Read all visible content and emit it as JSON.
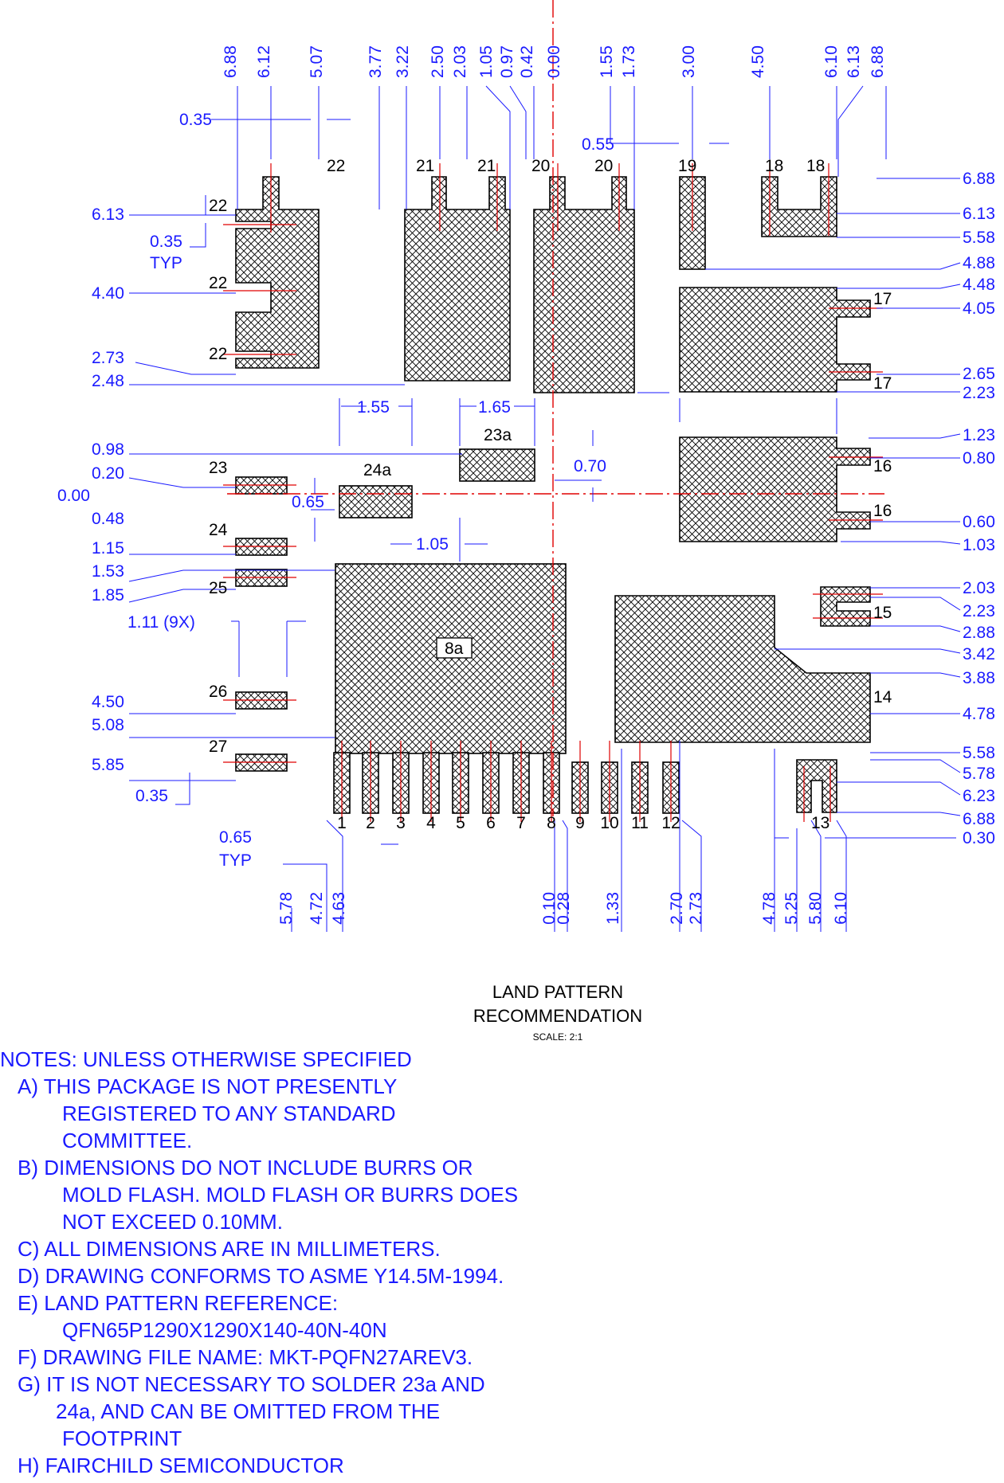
{
  "top_dims": [
    "6.88",
    "6.12",
    "5.07",
    "3.77",
    "3.22",
    "2.50",
    "2.03",
    "1.05",
    "0.97",
    "0.42",
    "0.00",
    "1.55",
    "1.73",
    "3.00",
    "4.50",
    "6.10",
    "6.13",
    "6.88"
  ],
  "bottom_dims": [
    "5.78",
    "4.72",
    "4.63",
    "0.10",
    "0.28",
    "1.33",
    "2.70",
    "2.73",
    "4.78",
    "5.25",
    "5.80",
    "6.10"
  ],
  "left_dims": [
    "6.13",
    "4.40",
    "2.73",
    "2.48",
    "0.98",
    "0.20",
    "0.00",
    "0.48",
    "1.15",
    "1.53",
    "1.85",
    "4.50",
    "5.08",
    "5.85"
  ],
  "right_dims": [
    "6.88",
    "6.13",
    "5.58",
    "4.88",
    "4.48",
    "4.05",
    "2.65",
    "2.23",
    "1.23",
    "0.80",
    "0.60",
    "1.03",
    "2.03",
    "2.23",
    "2.88",
    "3.42",
    "3.88",
    "4.78",
    "5.58",
    "5.78",
    "6.23",
    "6.88",
    "0.30"
  ],
  "misc_dims": {
    "d035_top": "0.35",
    "d035_typ": "0.35",
    "typ": "TYP",
    "d055": "0.55",
    "d155": "1.55",
    "d165": "1.65",
    "d070": "0.70",
    "d065": "0.65",
    "d105": "1.05",
    "d111": "1.11 (9X)",
    "d035_bot": "0.35",
    "d065_typ": "0.65",
    "typ2": "TYP"
  },
  "pad_labels": {
    "p22a": "22",
    "p22b": "22",
    "p22c": "22",
    "p22d": "22",
    "p21a": "21",
    "p21b": "21",
    "p20a": "20",
    "p20b": "20",
    "p19": "19",
    "p18a": "18",
    "p18b": "18",
    "p17a": "17",
    "p17b": "17",
    "p16a": "16",
    "p16b": "16",
    "p15": "15",
    "p14": "14",
    "p13": "13",
    "p23a": "23a",
    "p24a": "24a",
    "p23": "23",
    "p24": "24",
    "p25": "25",
    "p26": "26",
    "p27": "27",
    "p8a": "8a",
    "bottom": [
      "1",
      "2",
      "3",
      "4",
      "5",
      "6",
      "7",
      "8",
      "9",
      "10",
      "11",
      "12"
    ]
  },
  "title": {
    "line1": "LAND PATTERN",
    "line2": "RECOMMENDATION",
    "scale": "SCALE: 2:1"
  },
  "notes": [
    "NOTES: UNLESS OTHERWISE SPECIFIED",
    "A)  THIS PACKAGE IS NOT PRESENTLY",
    "REGISTERED TO ANY STANDARD",
    "COMMITTEE.",
    "B)  DIMENSIONS DO NOT INCLUDE BURRS    OR",
    "MOLD FLASH. MOLD FLASH OR BURRS DOES",
    "NOT EXCEED 0.10MM.",
    "C)  ALL DIMENSIONS ARE IN MILLIMETERS.",
    "D)  DRAWING CONFORMS TO ASME Y14.5M-1994.",
    "E)  LAND PATTERN REFERENCE:",
    "QFN65P1290X1290X140-40N-40N",
    "F)  DRAWING FILE NAME: MKT-PQFN27AREV3.",
    "G)  IT IS NOT  NECESSARY  TO SOLDER  23a AND",
    "24a, AND CAN BE OMITTED FROM THE",
    "FOOTPRINT",
    "H)  FAIRCHILD SEMICONDUCTOR"
  ],
  "colors": {
    "dimension": "#1a1aff",
    "centerline": "#e00000",
    "pad": "#000000"
  }
}
